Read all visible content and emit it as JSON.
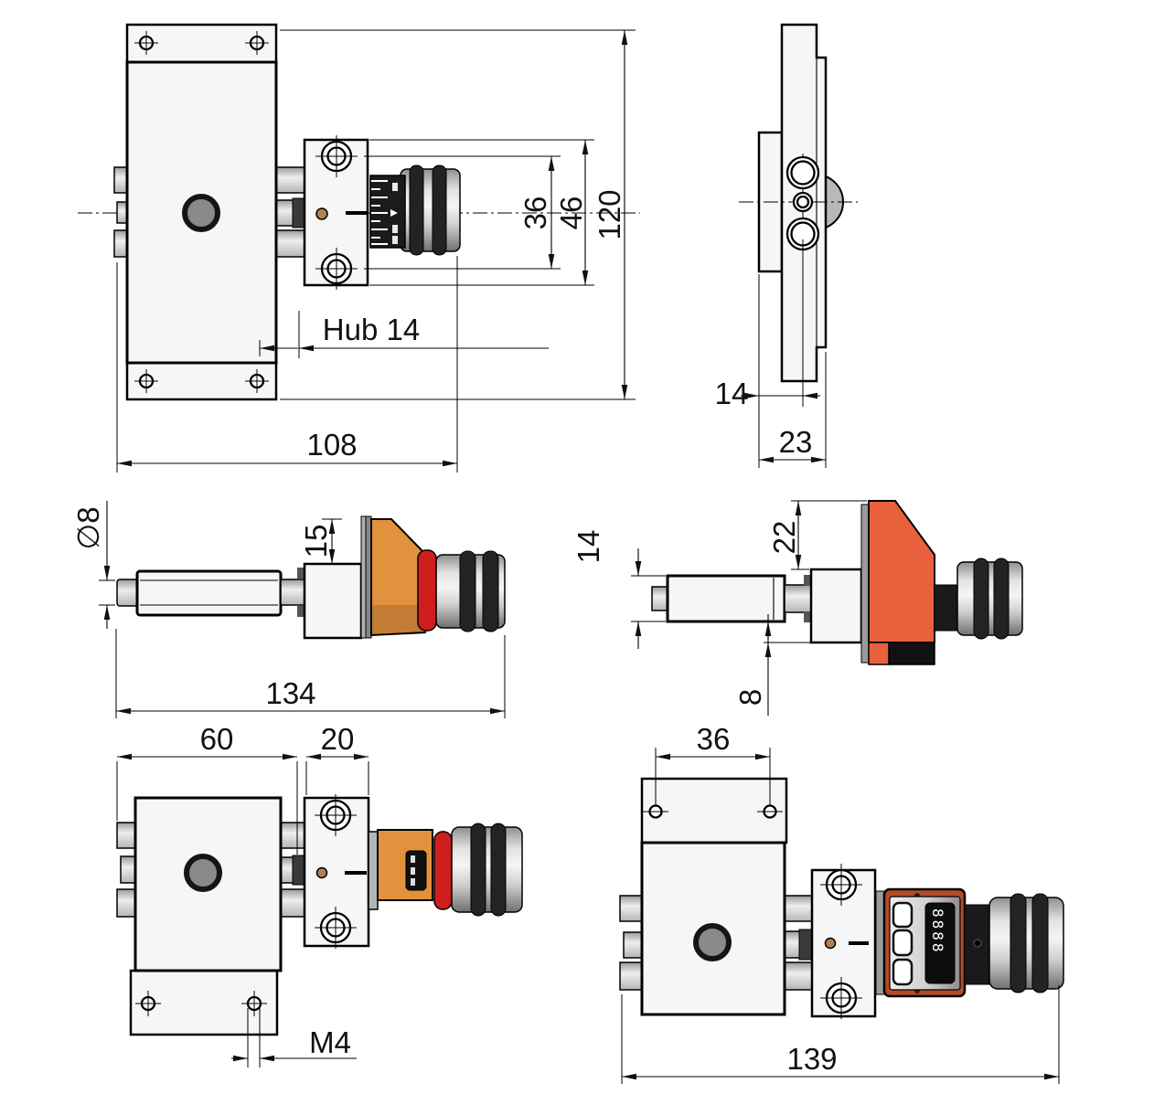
{
  "dims": {
    "front": {
      "hole_spacing": "36",
      "bracket_height": "46",
      "overall_height": "120",
      "overall_width": "108",
      "stroke_label": "Hub 14"
    },
    "side": {
      "center_offset": "14",
      "depth": "23"
    },
    "analog_side": {
      "shaft_diameter": "∅8",
      "head_offset": "15",
      "overall_length": "134"
    },
    "sensor_side": {
      "shaft_height": "14",
      "head_height": "22",
      "base_offset": "8"
    },
    "top": {
      "body_length": "60",
      "bracket_length": "20",
      "thread_size": "M4"
    },
    "display_top": {
      "hole_spacing": "36",
      "overall_length": "139"
    }
  },
  "display": {
    "readout": "8888"
  },
  "colors": {
    "knob_orange": "#E2913D",
    "sensor_red": "#E9613C",
    "display_frame": "#B44B28",
    "oring_red": "#D01E1E",
    "dot_brown": "#B28052"
  }
}
